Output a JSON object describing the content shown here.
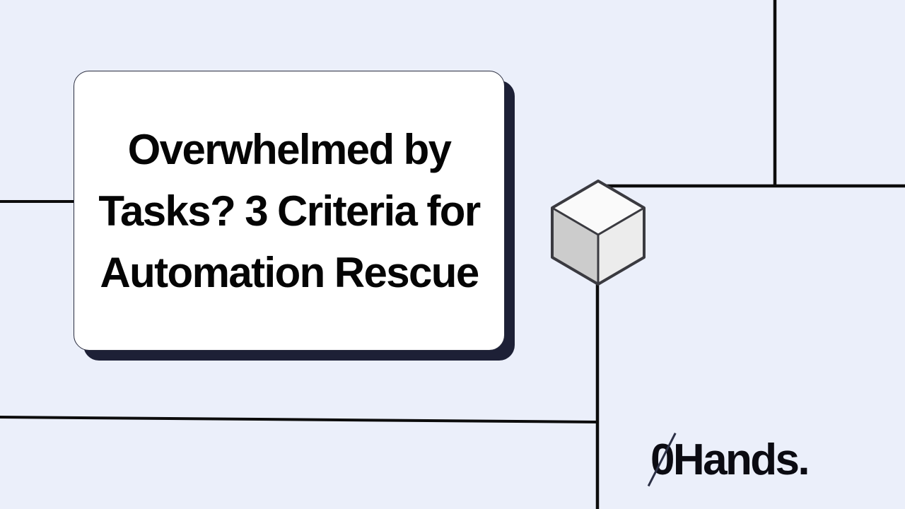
{
  "slide": {
    "background_color": "#ebeffa",
    "accent_dark": "#1d2036",
    "line_color": "#111111"
  },
  "card": {
    "title": "Overwhelmed by Tasks? 3 Criteria for Automation Rescue",
    "background_color": "#ffffff",
    "shadow_color": "#1d2036",
    "text_color": "#050505"
  },
  "logo": {
    "zero": "0",
    "word": "Hands",
    "dot": ".",
    "full_text": "0Hands.",
    "color": "#0b0b12"
  },
  "cube": {
    "top_face_color": "#fafafa",
    "left_face_color": "#cccccc",
    "right_face_color": "#ececec",
    "outline_color": "#3a3a40"
  }
}
